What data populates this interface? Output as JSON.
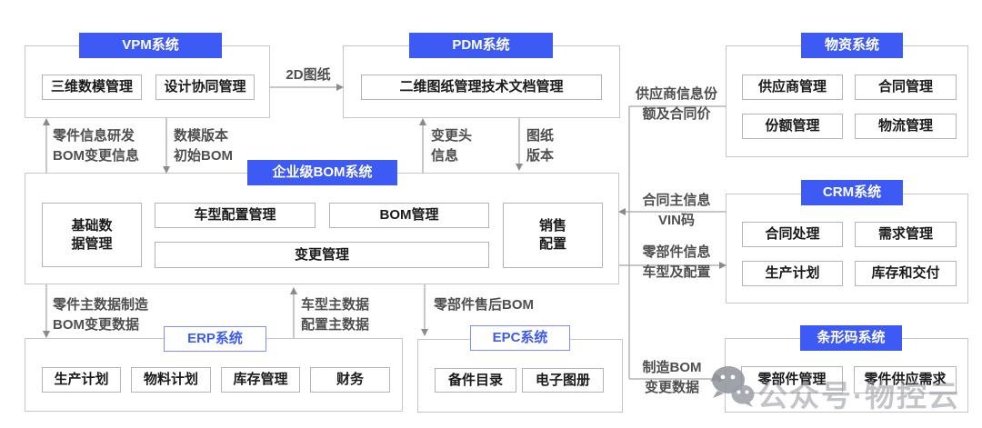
{
  "systems": {
    "vpm": {
      "title": "VPM系统",
      "modules": [
        "三维数模管理",
        "设计协同管理"
      ]
    },
    "pdm": {
      "title": "PDM系统",
      "modules": [
        "二维图纸管理技术文档管理"
      ]
    },
    "materials": {
      "title": "物资系统",
      "modules": [
        "供应商管理",
        "合同管理",
        "份额管理",
        "物流管理"
      ]
    },
    "bom": {
      "title": "企业级BOM系统",
      "modules": [
        "基础数\n据管理",
        "车型配置管理",
        "BOM管理",
        "变更管理",
        "销售\n配置"
      ]
    },
    "crm": {
      "title": "CRM系统",
      "modules": [
        "合同处理",
        "需求管理",
        "生产计划",
        "库存和交付"
      ]
    },
    "erp": {
      "title": "ERP系统",
      "modules": [
        "生产计划",
        "物料计划",
        "库存管理",
        "财务"
      ]
    },
    "epc": {
      "title": "EPC系统",
      "modules": [
        "备件目录",
        "电子图册"
      ]
    },
    "barcode": {
      "title": "条形码系统",
      "modules": [
        "零部件管理",
        "零件供应需求"
      ]
    }
  },
  "flows": {
    "vpm_to_pdm": "2D图纸",
    "bom_to_vpm": "零件信息研发\nBOM变更信息",
    "vpm_to_bom": "数模版本\n初始BOM",
    "bom_to_pdm": "变更头\n信息",
    "pdm_to_bom": "图纸\n版本",
    "materials_to_bom": "供应商信息份\n额及合同价",
    "crm_to_bom": "合同主信息\nVIN码",
    "bom_to_crm": "零部件信息\n车型及配置",
    "bom_to_erp": "零件主数据制造\nBOM变更数据",
    "erp_to_bom": "车型主数据\n配置主数据",
    "bom_to_epc": "零部件售后BOM",
    "bom_to_barcode": "制造BOM\n变更数据"
  },
  "watermark": {
    "text": "公众号·物控云",
    "icon": "wechat-icon"
  },
  "colors": {
    "header_blue": "#3D5AF5",
    "line_gray": "#a3a3a3",
    "box_border": "#c6c6c6",
    "label_gray": "#4f4f4f"
  }
}
